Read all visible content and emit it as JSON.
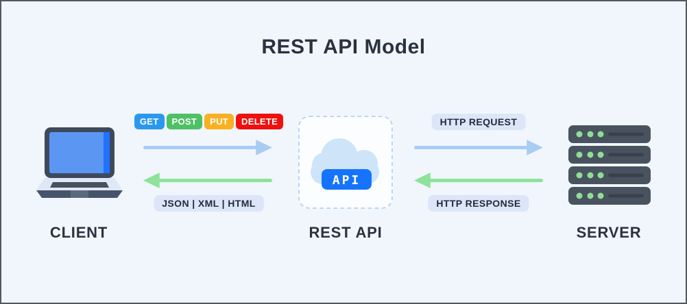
{
  "title": "REST API Model",
  "client": {
    "label": "CLIENT"
  },
  "rest_api": {
    "label": "REST API",
    "chip_label": "API"
  },
  "server": {
    "label": "SERVER"
  },
  "request_channel": {
    "methods": [
      {
        "label": "GET",
        "color": "#2B98F0"
      },
      {
        "label": "POST",
        "color": "#4EC164"
      },
      {
        "label": "PUT",
        "color": "#F9B021"
      },
      {
        "label": "DELETE",
        "color": "#F01010"
      }
    ],
    "request_badge": "HTTP REQUEST"
  },
  "response_channel": {
    "formats_badge": "JSON | XML | HTML",
    "response_badge": "HTTP RESPONSE"
  },
  "colors": {
    "background": "#F0F6FB",
    "frame_border": "#54585E",
    "request_arrow": "#A9CCF3",
    "response_arrow": "#8EE29A",
    "badge_pill_bg": "#DCE6F8",
    "label_text": "#2A3240",
    "cloud_fill": "#CDE4F9",
    "api_chip_bg": "#1574FB",
    "laptop_frame": "#3E4A5C",
    "laptop_screen": "#5B96F2",
    "laptop_screen_stripe": "#2272FF",
    "laptop_base": "#DEE8F6",
    "server_body": "#49525F",
    "server_led": "#8FDE96"
  }
}
